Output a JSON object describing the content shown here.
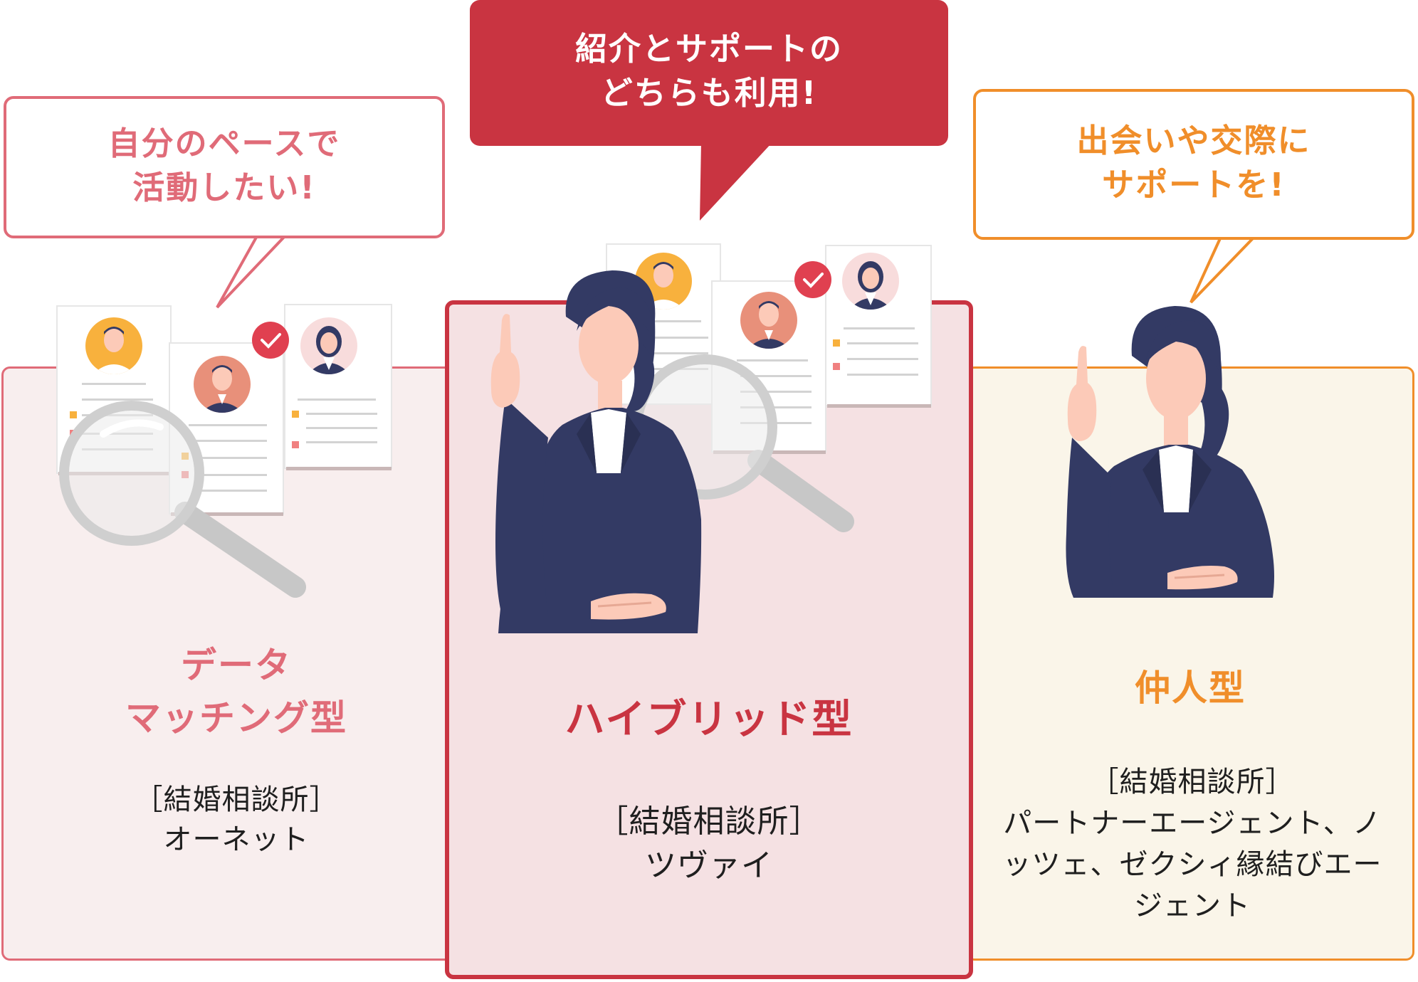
{
  "colors": {
    "data_matching": "#e06b78",
    "hybrid": "#c93441",
    "matchmaker": "#f08e2a",
    "navy": "#333a64",
    "skin": "#fccab8"
  },
  "left": {
    "bubble": [
      "自分のペースで",
      "活動したい!"
    ],
    "title": [
      "データ",
      "マッチング型"
    ],
    "desc": [
      "［結婚相談所］",
      "オーネット"
    ]
  },
  "center": {
    "bubble": [
      "紹介とサポートの",
      "どちらも利用!"
    ],
    "title": [
      "ハイブリッド型"
    ],
    "desc": [
      "［結婚相談所］",
      "ツヴァイ"
    ]
  },
  "right": {
    "bubble": [
      "出会いや交際に",
      "サポートを!"
    ],
    "title": [
      "仲人型"
    ],
    "desc": [
      "［結婚相談所］",
      "パートナーエージェント、ノ",
      "ッツェ、ゼクシィ縁結びエー",
      "ジェント"
    ]
  },
  "icons": [
    "profile-card-icon",
    "magnifier-icon",
    "check-badge-icon",
    "woman-pointing-illustration"
  ]
}
